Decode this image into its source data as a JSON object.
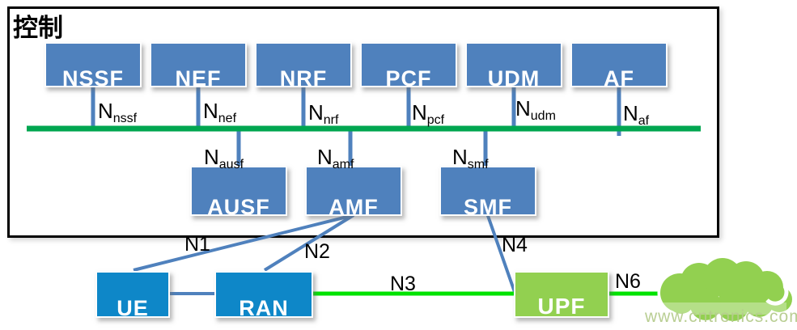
{
  "header": {
    "title": "控制"
  },
  "control_plane": {
    "top_nodes": [
      {
        "label": "NSSF",
        "iface_base": "N",
        "iface_sub": "nssf"
      },
      {
        "label": "NEF",
        "iface_base": "N",
        "iface_sub": "nef"
      },
      {
        "label": "NRF",
        "iface_base": "N",
        "iface_sub": "nrf"
      },
      {
        "label": "PCF",
        "iface_base": "N",
        "iface_sub": "pcf"
      },
      {
        "label": "UDM",
        "iface_base": "N",
        "iface_sub": "udm"
      },
      {
        "label": "AF",
        "iface_base": "N",
        "iface_sub": "af"
      }
    ],
    "mid_nodes": [
      {
        "label": "AUSF",
        "iface_base": "N",
        "iface_sub": "ausf"
      },
      {
        "label": "AMF",
        "iface_base": "N",
        "iface_sub": "amf"
      },
      {
        "label": "SMF",
        "iface_base": "N",
        "iface_sub": "smf"
      }
    ]
  },
  "user_plane": {
    "nodes": [
      {
        "label": "UE"
      },
      {
        "label": "RAN"
      },
      {
        "label": "UPF"
      }
    ],
    "link_labels": {
      "n1": "N1",
      "n2": "N2",
      "n3": "N3",
      "n4": "N4",
      "n6": "N6"
    }
  },
  "icons": {
    "cloud": "cloud-data-network"
  },
  "watermark": {
    "text": "www.cntronics.com"
  },
  "colors": {
    "node_steel_blue": "#4f81bd",
    "node_bright_blue": "#0e87c8",
    "node_light_green": "#92d050",
    "bus_green": "#00a650",
    "link_green": "#00e300",
    "connector_blue": "#4f81bd",
    "frame_black": "#000000",
    "watermark_green": "#b5cb8d"
  }
}
